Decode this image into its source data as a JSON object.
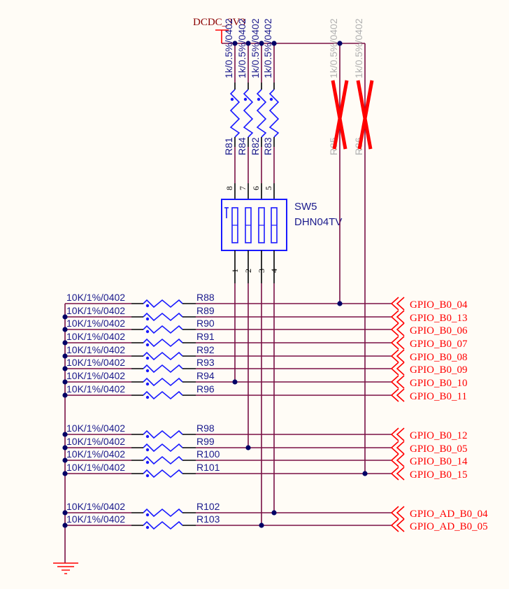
{
  "colors": {
    "wire": "#7a1045",
    "component": "#1a1aff",
    "label": "#1a1a8c",
    "net": "#ff0000",
    "power": "#8b0000",
    "dnp_text": "#b0b0b0",
    "junction": "#000066"
  },
  "power": {
    "net": "DCDC_3V3",
    "icon": "power-bar-icon"
  },
  "ground": {
    "icon": "ground-icon"
  },
  "pullups": [
    {
      "ref": "R81",
      "value": "1k/0.5%/0402",
      "pin": "8",
      "dnp": false
    },
    {
      "ref": "R84",
      "value": "1k/0.5%/0402",
      "pin": "7",
      "dnp": false
    },
    {
      "ref": "R82",
      "value": "1k/0.5%/0402",
      "pin": "6",
      "dnp": false
    },
    {
      "ref": "R83",
      "value": "1k/0.5%/0402",
      "pin": "5",
      "dnp": false
    },
    {
      "ref": "R85",
      "value": "1k/0.5%/0402",
      "dnp": true
    },
    {
      "ref": "R86",
      "value": "1k/0.5%/0402",
      "dnp": true
    }
  ],
  "switch": {
    "ref": "SW5",
    "part": "DHN04TV",
    "bottom_pins": [
      "1",
      "2",
      "3",
      "4"
    ]
  },
  "pulldowns": [
    {
      "ref": "R88",
      "value": "10K/1%/0402",
      "net": "GPIO_B0_04"
    },
    {
      "ref": "R89",
      "value": "10K/1%/0402",
      "net": "GPIO_B0_13"
    },
    {
      "ref": "R90",
      "value": "10K/1%/0402",
      "net": "GPIO_B0_06"
    },
    {
      "ref": "R91",
      "value": "10K/1%/0402",
      "net": "GPIO_B0_07"
    },
    {
      "ref": "R92",
      "value": "10K/1%/0402",
      "net": "GPIO_B0_08"
    },
    {
      "ref": "R93",
      "value": "10K/1%/0402",
      "net": "GPIO_B0_09"
    },
    {
      "ref": "R94",
      "value": "10K/1%/0402",
      "net": "GPIO_B0_10"
    },
    {
      "ref": "R96",
      "value": "10K/1%/0402",
      "net": "GPIO_B0_11"
    },
    {
      "ref": "R98",
      "value": "10K/1%/0402",
      "net": "GPIO_B0_12"
    },
    {
      "ref": "R99",
      "value": "10K/1%/0402",
      "net": "GPIO_B0_05"
    },
    {
      "ref": "R100",
      "value": "10K/1%/0402",
      "net": "GPIO_B0_14"
    },
    {
      "ref": "R101",
      "value": "10K/1%/0402",
      "net": "GPIO_B0_15"
    },
    {
      "ref": "R102",
      "value": "10K/1%/0402",
      "net": "GPIO_AD_B0_04"
    },
    {
      "ref": "R103",
      "value": "10K/1%/0402",
      "net": "GPIO_AD_B0_05"
    }
  ]
}
